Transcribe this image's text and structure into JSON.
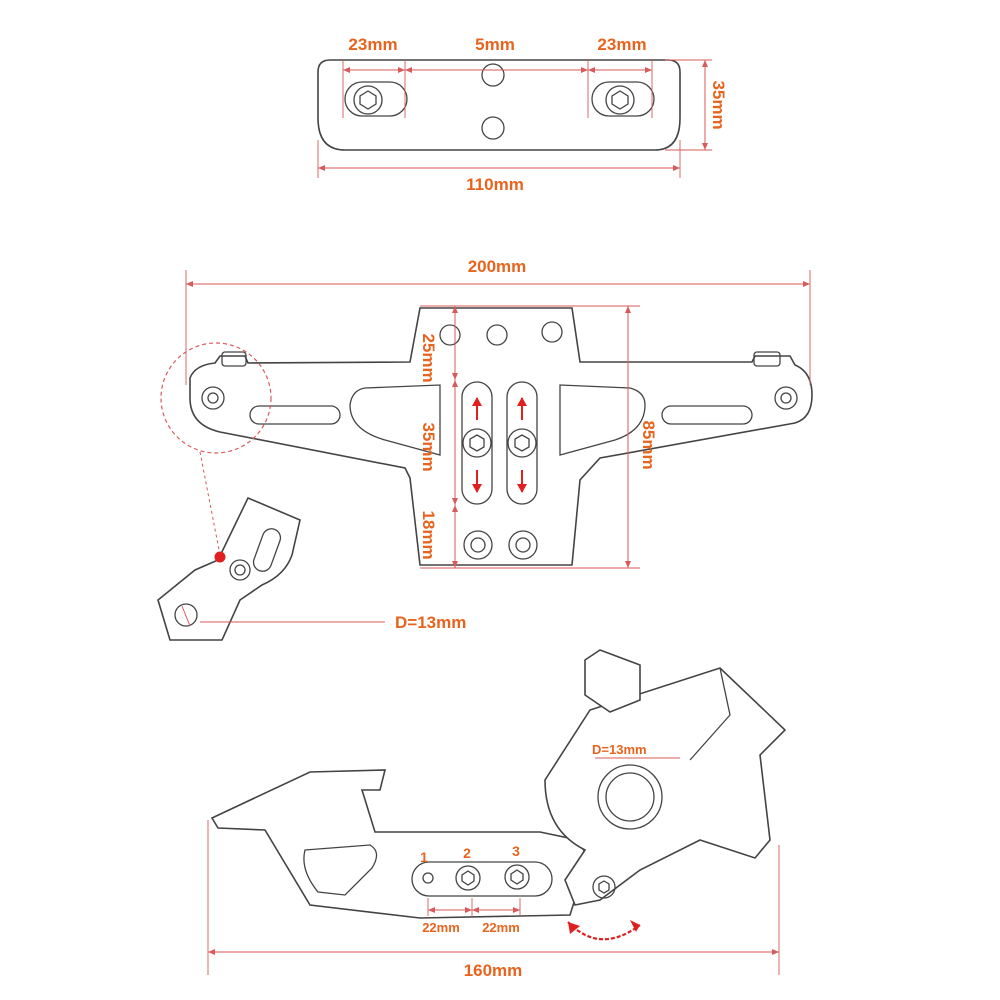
{
  "top_plate": {
    "left_slot": "23mm",
    "center_gap": "5mm",
    "right_slot": "23mm",
    "height": "35mm",
    "width": "110mm"
  },
  "main_bracket": {
    "total_width": "200mm",
    "top_section": "25mm",
    "slot_travel": "35mm",
    "bottom_section": "18mm",
    "total_height": "85mm",
    "clamp_diameter": "D=13mm"
  },
  "side_view": {
    "clamp_diameter": "D=13mm",
    "hole_1": "1",
    "hole_2": "2",
    "hole_3": "3",
    "spacing_a": "22mm",
    "spacing_b": "22mm",
    "total_length": "160mm"
  },
  "colors": {
    "label": "#e8641e",
    "dimension_line": "#d85a5a",
    "arrow": "#e02020",
    "outline": "#444444"
  }
}
